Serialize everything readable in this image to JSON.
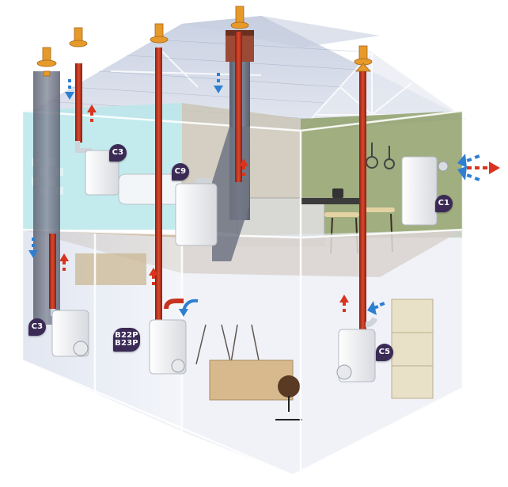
{
  "labels": {
    "c3_upper": "C3",
    "c9": "C9",
    "c1": "C1",
    "c3_lower": "C3",
    "b22p": "B22P",
    "b23p": "B23P",
    "c5": "C5"
  },
  "colors": {
    "flue_red": "#c8331f",
    "air_blue": "#2f7fd0",
    "label_bg": "#3a2a55",
    "terminal_orange": "#e59a2a",
    "boiler_white": "#f4f4f4",
    "glass_wall": "#dde3ee",
    "kitchen_green": "#8fa06a",
    "bathroom_teal": "#b9e6ea"
  },
  "icons": {
    "exhaust_arrow": "arrow-up-red",
    "intake_arrow": "arrow-down-blue"
  }
}
